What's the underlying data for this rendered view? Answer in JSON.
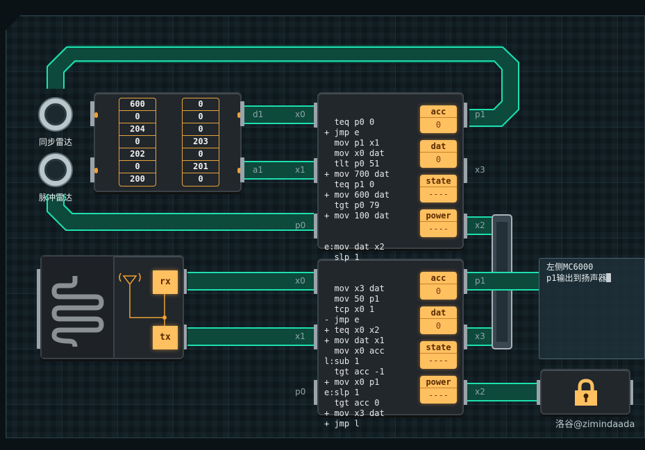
{
  "colors": {
    "wire": "#1de0b0",
    "accent": "#ffc060"
  },
  "radars": [
    {
      "label": "同步雷达"
    },
    {
      "label": "脉冲雷达"
    }
  ],
  "memory": {
    "col1": [
      "600",
      "0",
      "204",
      "0",
      "202",
      "0",
      "200"
    ],
    "col2": [
      "0",
      "0",
      "0",
      "203",
      "0",
      "201",
      "0"
    ],
    "ports": [
      "d1",
      "a1"
    ]
  },
  "mc1": {
    "code": [
      "  teq p0 0",
      "+ jmp e",
      "  mov p1 x1",
      "  mov x0 dat",
      "  tlt p0 51",
      "+ mov 700 dat",
      "  teq p1 0",
      "+ mov 600 dat",
      "  tgt p0 79",
      "+ mov 100 dat",
      "",
      "",
      "e:mov dat x2",
      "  slp 1"
    ],
    "ports": {
      "left": [
        "x0",
        "x1",
        "p0"
      ],
      "right": [
        "p1",
        "x3",
        "x2"
      ]
    },
    "registers": [
      {
        "name": "acc",
        "value": "0"
      },
      {
        "name": "dat",
        "value": "0"
      },
      {
        "name": "state",
        "value": "----"
      },
      {
        "name": "power",
        "value": "----"
      }
    ]
  },
  "mc2": {
    "code": [
      "  mov x3 dat",
      "  mov 50 p1",
      "  tcp x0 1",
      "- jmp e",
      "+ teq x0 x2",
      "+ mov dat x1",
      "  mov x0 acc",
      "l:sub 1",
      "  tgt acc -1",
      "+ mov x0 p1",
      "e:slp 1",
      "  tgt acc 0",
      "+ mov x3 dat",
      "+ jmp l"
    ],
    "ports": {
      "left": [
        "x0",
        "x1",
        "p0"
      ],
      "right": [
        "p1",
        "x3",
        "x2"
      ]
    },
    "registers": [
      {
        "name": "acc",
        "value": "0"
      },
      {
        "name": "dat",
        "value": "0"
      },
      {
        "name": "state",
        "value": "----"
      },
      {
        "name": "power",
        "value": "----"
      }
    ]
  },
  "radio": {
    "rx": "rx",
    "tx": "tx"
  },
  "note": {
    "lines": [
      "左侧MC6000",
      "p1输出到扬声器"
    ]
  },
  "lock_icon": "padlock-icon",
  "watermark": "洛谷@zimindaada"
}
